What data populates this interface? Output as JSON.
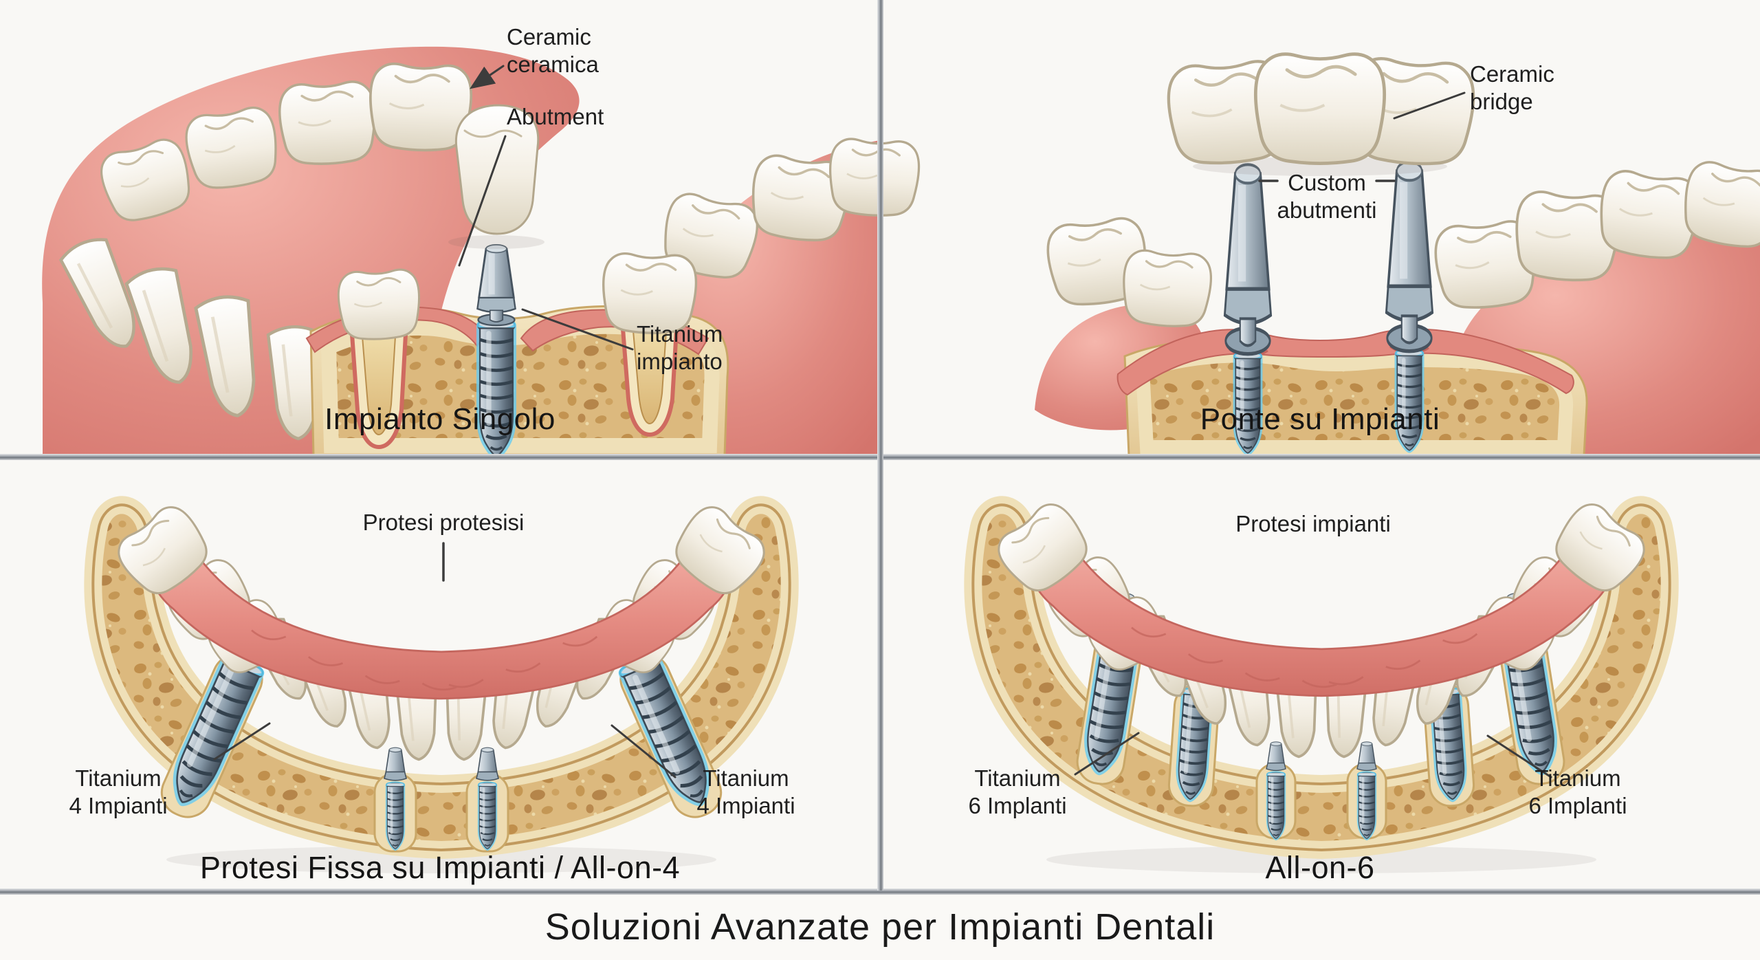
{
  "page": {
    "background": "#f9f8f5"
  },
  "palette": {
    "gum_pink": "#e0897f",
    "gum_dark": "#c4665e",
    "bone_tan": "#e8d2a1",
    "trabecular_hole": "#c59753",
    "tooth_ivory": "#f2ede1",
    "implant_steel": "#8496a5",
    "implant_glow": "#66ccf2",
    "label_text": "#1f1f1f",
    "divider_gray": "#8a9098"
  },
  "quadrants": {
    "single_implant": {
      "caption": "Impianto Singolo",
      "labels": {
        "crown": "Ceramic\nceramica",
        "abutment": "Abutment",
        "implant": "Titanium\nimpianto"
      }
    },
    "implant_bridge": {
      "caption": "Ponte su Impianti",
      "labels": {
        "bridge": "Ceramic\nbridge",
        "abutments": "Custom\nabutmenti"
      }
    },
    "all_on_4": {
      "caption": "Protesi Fissa su Impianti / All-on-4",
      "labels": {
        "prosthesis": "Protesi protesisi",
        "implants_left": "Titanium\n4 Impianti",
        "implants_right": "Titanium\n4 Impianti"
      }
    },
    "all_on_6": {
      "caption": "All-on-6",
      "labels": {
        "prosthesis": "Protesi impianti",
        "implants_left": "Titanium\n6 Implanti",
        "implants_right": "Titanium\n6 Implanti"
      }
    }
  },
  "banner": {
    "title": "Soluzioni Avanzate per Impianti Dentali"
  }
}
